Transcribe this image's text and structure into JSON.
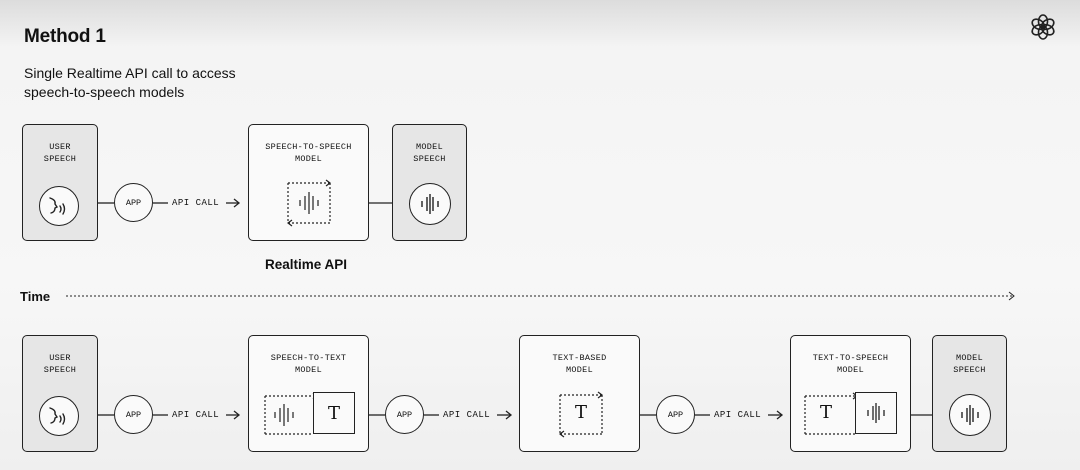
{
  "title": "Method 1",
  "subtitle": "Single Realtime API call to access speech-to-speech models",
  "time_label": "Time",
  "realtime_caption": "Realtime API",
  "top_row": {
    "user_speech": "USER\nSPEECH",
    "app": "APP",
    "api_call": "API CALL",
    "s2s_model": "SPEECH-TO-SPEECH\nMODEL",
    "model_speech": "MODEL\nSPEECH"
  },
  "bottom_row": {
    "user_speech": "USER\nSPEECH",
    "app1": "APP",
    "api_call1": "API CALL",
    "stt_model": "SPEECH-TO-TEXT\nMODEL",
    "stt_text": "T",
    "app2": "APP",
    "api_call2": "API CALL",
    "text_model": "TEXT-BASED\nMODEL",
    "text_model_text": "T",
    "app3": "APP",
    "api_call3": "API CALL",
    "tts_model": "TEXT-TO-SPEECH\nMODEL",
    "tts_text": "T",
    "model_speech": "MODEL\nSPEECH"
  },
  "icons": {
    "logo": "openai-logo-icon",
    "user_speech": "speaking-head-icon",
    "waveform": "waveform-icon",
    "arrow": "arrow-right-icon"
  }
}
